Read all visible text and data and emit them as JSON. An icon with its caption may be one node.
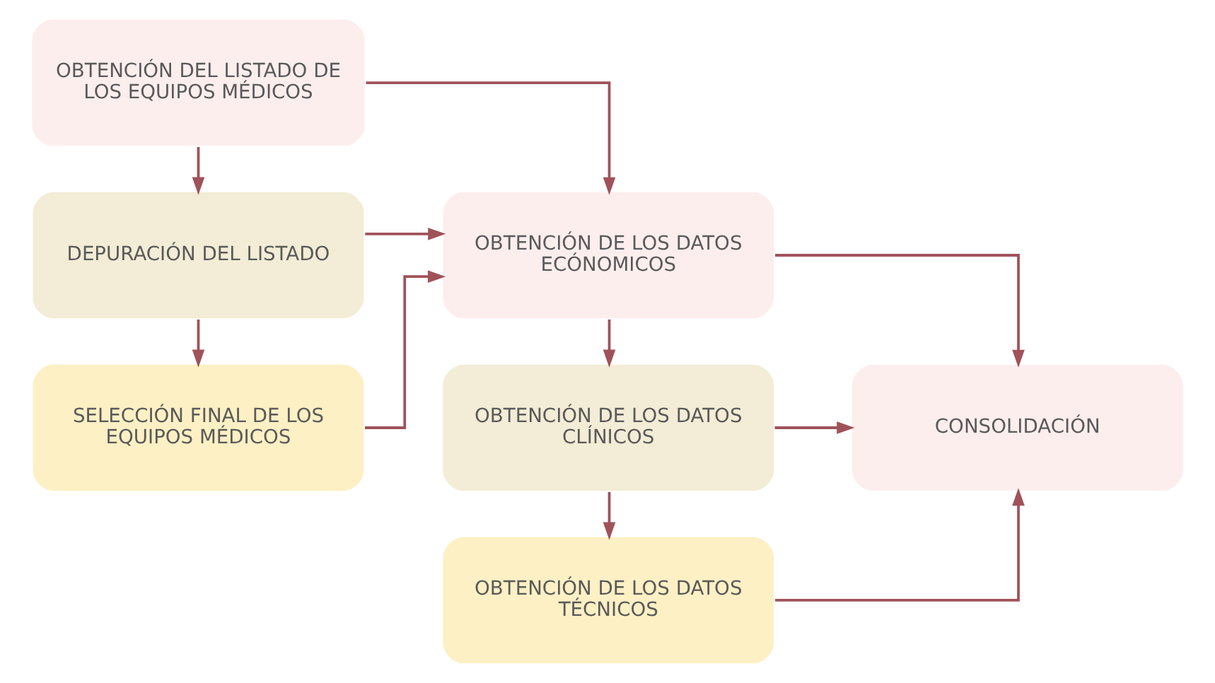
{
  "diagram": {
    "nodes": [
      {
        "text": [
          "OBTENCIÓN DEL LISTADO DE LOS EQUIPOS MÉDICOS"
        ]
      },
      {
        "text": [
          "DEPURACIÓN DEL LISTADO"
        ]
      },
      {
        "text": [
          "SELECCIÓN FINAL DE LOS EQUIPOS MÉDICOS"
        ]
      },
      {
        "text": [
          "OBTENCIÓN DE LOS DATOS ECÓNOMICOS"
        ]
      },
      {
        "text": [
          "OBTENCIÓN DE LOS DATOS CLÍNICOS"
        ]
      },
      {
        "text": [
          "OBTENCIÓN DE LOS DATOS TÉCNICOS"
        ]
      },
      {
        "text": [
          "CONSOLIDACIÓN"
        ]
      }
    ],
    "edges": [
      {
        "from": 0,
        "to": 1,
        "arrow": "to"
      },
      {
        "from": 1,
        "to": 2,
        "arrow": "to"
      },
      {
        "from": 0,
        "to": 3,
        "arrow": "to"
      },
      {
        "from": 1,
        "to": 3,
        "arrow": "to"
      },
      {
        "from": 2,
        "to": 3,
        "arrow": "to"
      },
      {
        "from": 3,
        "to": 4,
        "arrow": "to"
      },
      {
        "from": 4,
        "to": 5,
        "arrow": "to"
      },
      {
        "from": 3,
        "to": 6,
        "arrow": "to"
      },
      {
        "from": 4,
        "to": 6,
        "arrow": "to"
      },
      {
        "from": 5,
        "to": 6,
        "arrow": "to"
      }
    ]
  }
}
